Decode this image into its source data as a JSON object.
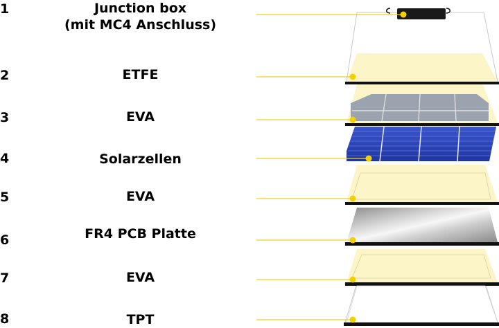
{
  "layers": [
    {
      "number": "1",
      "label_line1": "Junction box",
      "label_line2": "(mit MC4 Anschluss)"
    },
    {
      "number": "2",
      "label": "ETFE"
    },
    {
      "number": "3",
      "label": "EVA"
    },
    {
      "number": "4",
      "label": "Solarzellen"
    },
    {
      "number": "5",
      "label": "EVA"
    },
    {
      "number": "6",
      "label": "FR4 PCB Platte"
    },
    {
      "number": "7",
      "label": "EVA"
    },
    {
      "number": "8",
      "label": "TPT"
    }
  ],
  "colors": {
    "leader": "#f0d020",
    "dot": "#f5d000",
    "eva": "#fbf5c8",
    "cell_blue": "#2a44b8",
    "cell_gray": "#9aa3ad",
    "plate_edge": "#111111"
  }
}
